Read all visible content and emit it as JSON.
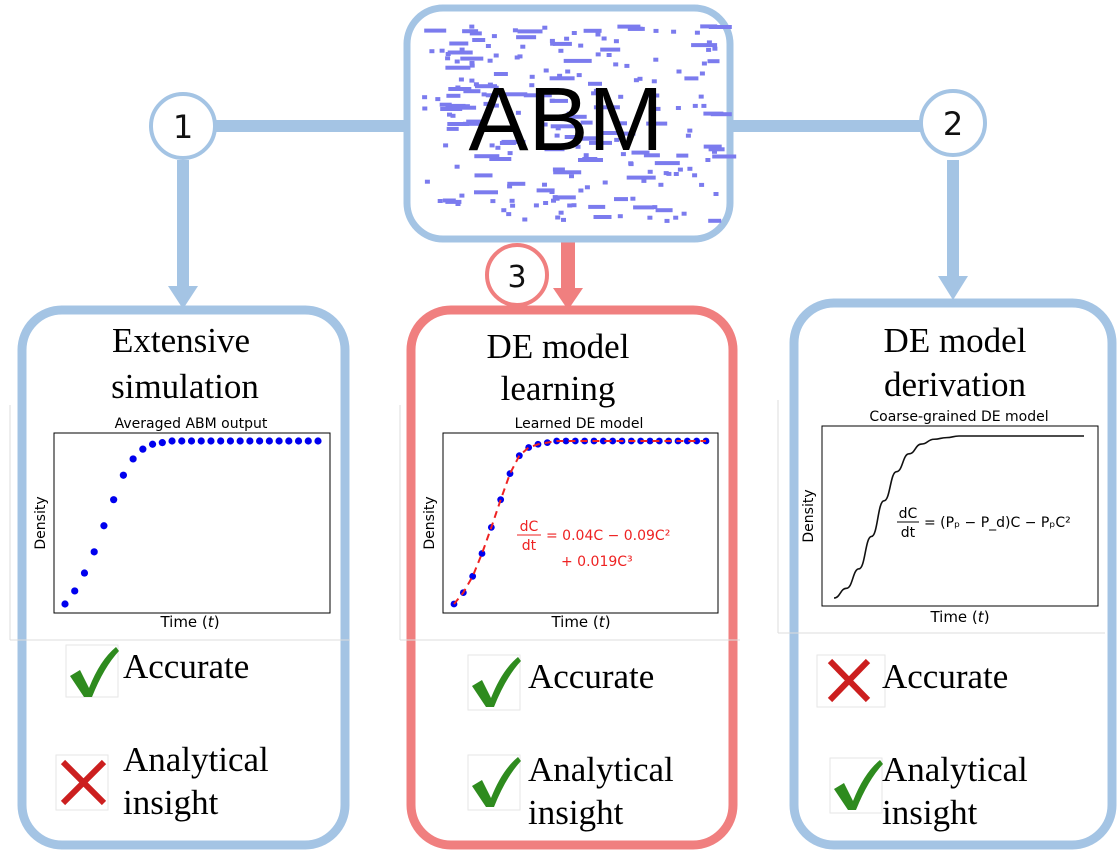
{
  "center": {
    "label": "ABM"
  },
  "steps": [
    {
      "number": "1",
      "color": "#a4c4e4"
    },
    {
      "number": "2",
      "color": "#a4c4e4"
    },
    {
      "number": "3",
      "color": "#f07f7f"
    }
  ],
  "panels": [
    {
      "title_line1": "Extensive",
      "title_line2": "simulation",
      "plot_title": "Averaged ABM output",
      "ylabel": "Density",
      "xlabel_text": "Time (",
      "xlabel_var": "t",
      "xlabel_close": ")",
      "criteria": [
        {
          "mark": "check",
          "line1": "Accurate",
          "line2": ""
        },
        {
          "mark": "cross",
          "line1": "Analytical",
          "line2": "insight"
        }
      ]
    },
    {
      "title_line1": "DE model",
      "title_line2": "learning",
      "plot_title": "Learned DE model",
      "ylabel": "Density",
      "xlabel_text": "Time (",
      "xlabel_var": "t",
      "xlabel_close": ")",
      "equation_lhs_num": "dC",
      "equation_lhs_den": "dt",
      "equation_line1": "= 0.04C − 0.09C²",
      "equation_line2": "+ 0.019C³",
      "criteria": [
        {
          "mark": "check",
          "line1": "Accurate",
          "line2": ""
        },
        {
          "mark": "check",
          "line1": "Analytical",
          "line2": "insight"
        }
      ]
    },
    {
      "title_line1": "DE model",
      "title_line2": "derivation",
      "plot_title": "Coarse-grained DE model",
      "ylabel": "Density",
      "xlabel_text": "Time (",
      "xlabel_var": "t",
      "xlabel_close": ")",
      "equation_lhs_num": "dC",
      "equation_lhs_den": "dt",
      "equation_line1": "= (Pₚ − P_d)C − PₚC²",
      "criteria": [
        {
          "mark": "cross",
          "line1": "Accurate",
          "line2": ""
        },
        {
          "mark": "check",
          "line1": "Analytical",
          "line2": "insight"
        }
      ]
    }
  ],
  "chart_data": [
    {
      "type": "scatter",
      "title": "Averaged ABM output",
      "xlabel": "Time (t)",
      "ylabel": "Density",
      "series": [
        {
          "values": [
            0.0,
            0.08,
            0.19,
            0.32,
            0.48,
            0.64,
            0.79,
            0.89,
            0.95,
            0.98,
            0.99,
            1.0,
            1.0,
            1.0,
            1.0,
            1.0,
            1.0,
            1.0,
            1.0,
            1.0,
            1.0,
            1.0,
            1.0,
            1.0,
            1.0,
            1.0,
            1.0
          ]
        }
      ],
      "colors": {
        "points": "#0000ee"
      }
    },
    {
      "type": "line",
      "title": "Learned DE model",
      "xlabel": "Time (t)",
      "ylabel": "Density",
      "series": [
        {
          "values": [
            0.0,
            0.07,
            0.17,
            0.31,
            0.47,
            0.64,
            0.8,
            0.91,
            0.96,
            0.98,
            0.99,
            1.0,
            1.0,
            1.0,
            1.0,
            1.0,
            1.0,
            1.0,
            1.0,
            1.0,
            1.0,
            1.0,
            1.0,
            1.0,
            1.0,
            1.0,
            1.0,
            1.0
          ]
        }
      ],
      "colors": {
        "points": "#0000ee",
        "fit": "#ee2222"
      }
    },
    {
      "type": "line",
      "title": "Coarse-grained DE model",
      "xlabel": "Time (t)",
      "ylabel": "Density",
      "series": [
        {
          "values": [
            0.0,
            0.06,
            0.18,
            0.38,
            0.6,
            0.78,
            0.89,
            0.95,
            0.98,
            0.99,
            1.0,
            1.0,
            1.0,
            1.0,
            1.0,
            1.0,
            1.0,
            1.0,
            1.0,
            1.0,
            1.0
          ]
        }
      ],
      "colors": {
        "curve": "#111111"
      }
    }
  ]
}
